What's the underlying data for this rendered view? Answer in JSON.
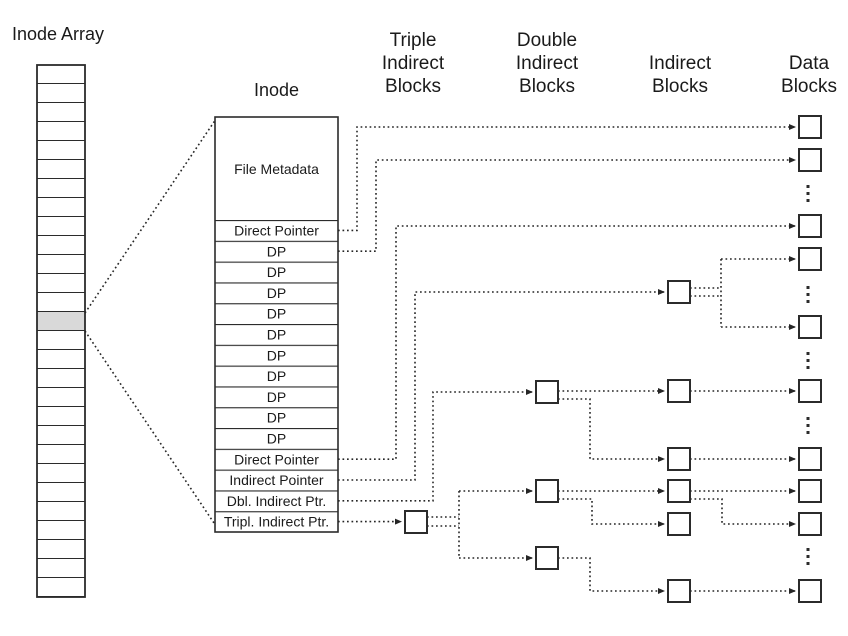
{
  "labels": {
    "inode_array": "Inode Array",
    "inode": "Inode"
  },
  "column_headers": {
    "triple_indirect": {
      "line1": "Triple",
      "line2": "Indirect",
      "line3": "Blocks"
    },
    "double_indirect": {
      "line1": "Double",
      "line2": "Indirect",
      "line3": "Blocks"
    },
    "indirect": {
      "line1": "Indirect",
      "line2": "Blocks"
    },
    "data": {
      "line1": "Data",
      "line2": "Blocks"
    }
  },
  "inode": {
    "metadata_label": "File Metadata",
    "rows": [
      "Direct Pointer",
      "DP",
      "DP",
      "DP",
      "DP",
      "DP",
      "DP",
      "DP",
      "DP",
      "DP",
      "DP",
      "Direct Pointer",
      "Indirect Pointer",
      "Dbl. Indirect Ptr.",
      "Tripl. Indirect Ptr."
    ]
  },
  "inode_array": {
    "cell_count": 28,
    "highlighted_cell_index": 13
  },
  "block_counts": {
    "triple_indirect_blocks": 1,
    "double_indirect_blocks": 3,
    "indirect_blocks": 6,
    "data_blocks": 10,
    "data_column_ellipses": 5
  },
  "colors": {
    "background": "#ffffff",
    "line": "#262626",
    "box_border": "#2b2b2b",
    "highlight_cell": "#d9d9d9",
    "text": "#1a1a1a"
  }
}
